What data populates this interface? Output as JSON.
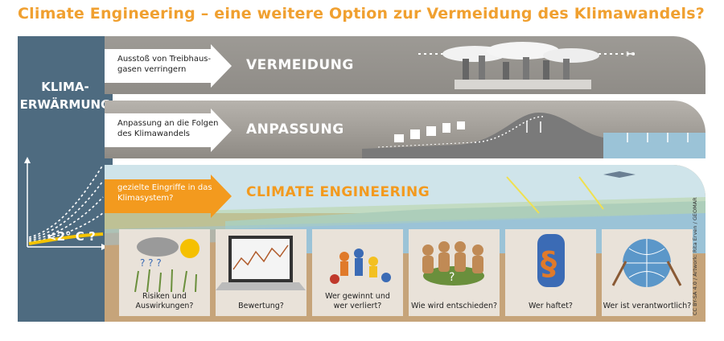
{
  "title": "Climate Engineering – eine weitere Option zur Vermeidung des Klimawandels?",
  "left": {
    "label_line1": "KLIMA-",
    "label_line2": "ERWÄRMUNG",
    "target": "<2° C ?"
  },
  "bands": [
    {
      "arrow_text_1": "Ausstoß von Treibhaus-",
      "arrow_text_2": "gasen verringern",
      "label": "VERMEIDUNG"
    },
    {
      "arrow_text_1": "Anpassung an die Folgen",
      "arrow_text_2": "des Klimawandels",
      "label": "ANPASSUNG"
    },
    {
      "arrow_text_1": "gezielte Eingriffe in das",
      "arrow_text_2": "Klimasystem?",
      "label": "CLIMATE ENGINEERING"
    }
  ],
  "cards": [
    {
      "line1": "Risiken und",
      "line2": "Auswirkungen?"
    },
    {
      "line1": "",
      "line2": "Bewertung?"
    },
    {
      "line1": "Wer gewinnt und",
      "line2": "wer verliert?"
    },
    {
      "line1": "",
      "line2": "Wie wird entschieden?"
    },
    {
      "line1": "",
      "line2": "Wer haftet?"
    },
    {
      "line1": "",
      "line2": "Wer ist verantwortlich?"
    }
  ],
  "credit": "CC BY-SA 4.0 / Artwork: Rita Erven / GEOMAR",
  "colors": {
    "title": "#f0a030",
    "left_panel": "#4e6b80",
    "ce_orange": "#f39a1e",
    "sea": "#9bc3d7"
  }
}
